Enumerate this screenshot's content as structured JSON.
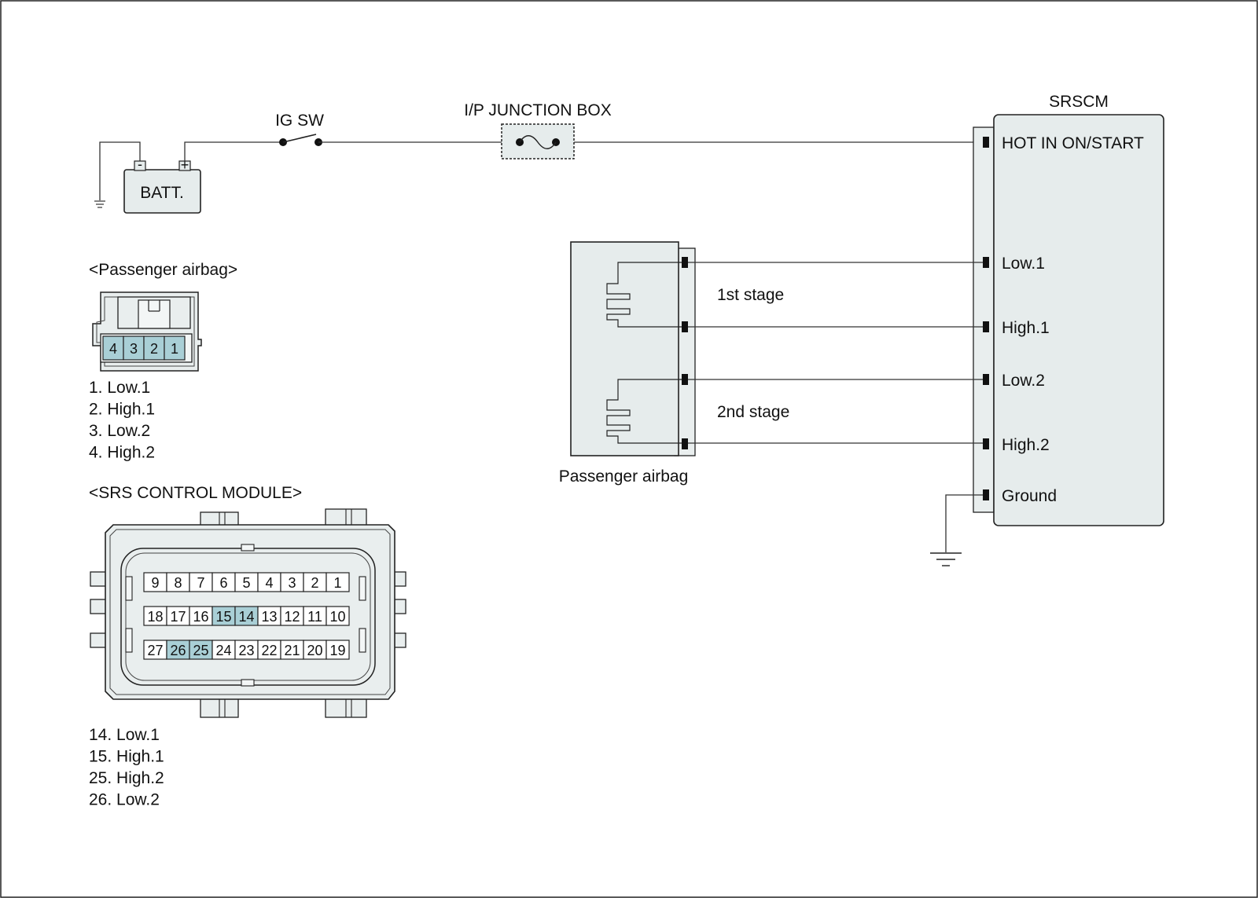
{
  "colors": {
    "background": "#ffffff",
    "component_fill": "#e6ecec",
    "connector_fill": "#e9eeee",
    "pin_highlight": "#a9cfd6",
    "line": "#222222"
  },
  "power": {
    "battery_label": "BATT.",
    "battery_minus": "-",
    "battery_plus": "+",
    "ignition_switch_label": "IG SW",
    "junction_box_label": "I/P JUNCTION BOX"
  },
  "srscm": {
    "title": "SRSCM",
    "terminals": {
      "hot": "HOT IN ON/START",
      "low1": "Low.1",
      "high1": "High.1",
      "low2": "Low.2",
      "high2": "High.2",
      "ground": "Ground"
    }
  },
  "airbag_unit": {
    "label": "Passenger airbag",
    "stage1": "1st stage",
    "stage2": "2nd stage"
  },
  "passenger_connector": {
    "title": "<Passenger airbag>",
    "pins": [
      "4",
      "3",
      "2",
      "1"
    ],
    "highlighted": [
      "4",
      "3",
      "2",
      "1"
    ],
    "legend": [
      "1. Low.1",
      "2. High.1",
      "3. Low.2",
      "4. High.2"
    ]
  },
  "srs_connector": {
    "title": "<SRS CONTROL MODULE>",
    "rows": [
      [
        "9",
        "8",
        "7",
        "6",
        "5",
        "4",
        "3",
        "2",
        "1"
      ],
      [
        "18",
        "17",
        "16",
        "15",
        "14",
        "13",
        "12",
        "11",
        "10"
      ],
      [
        "27",
        "26",
        "25",
        "24",
        "23",
        "22",
        "21",
        "20",
        "19"
      ]
    ],
    "highlighted": [
      "15",
      "14",
      "26",
      "25"
    ],
    "legend": [
      "14. Low.1",
      "15. High.1",
      "25. High.2",
      "26. Low.2"
    ]
  }
}
